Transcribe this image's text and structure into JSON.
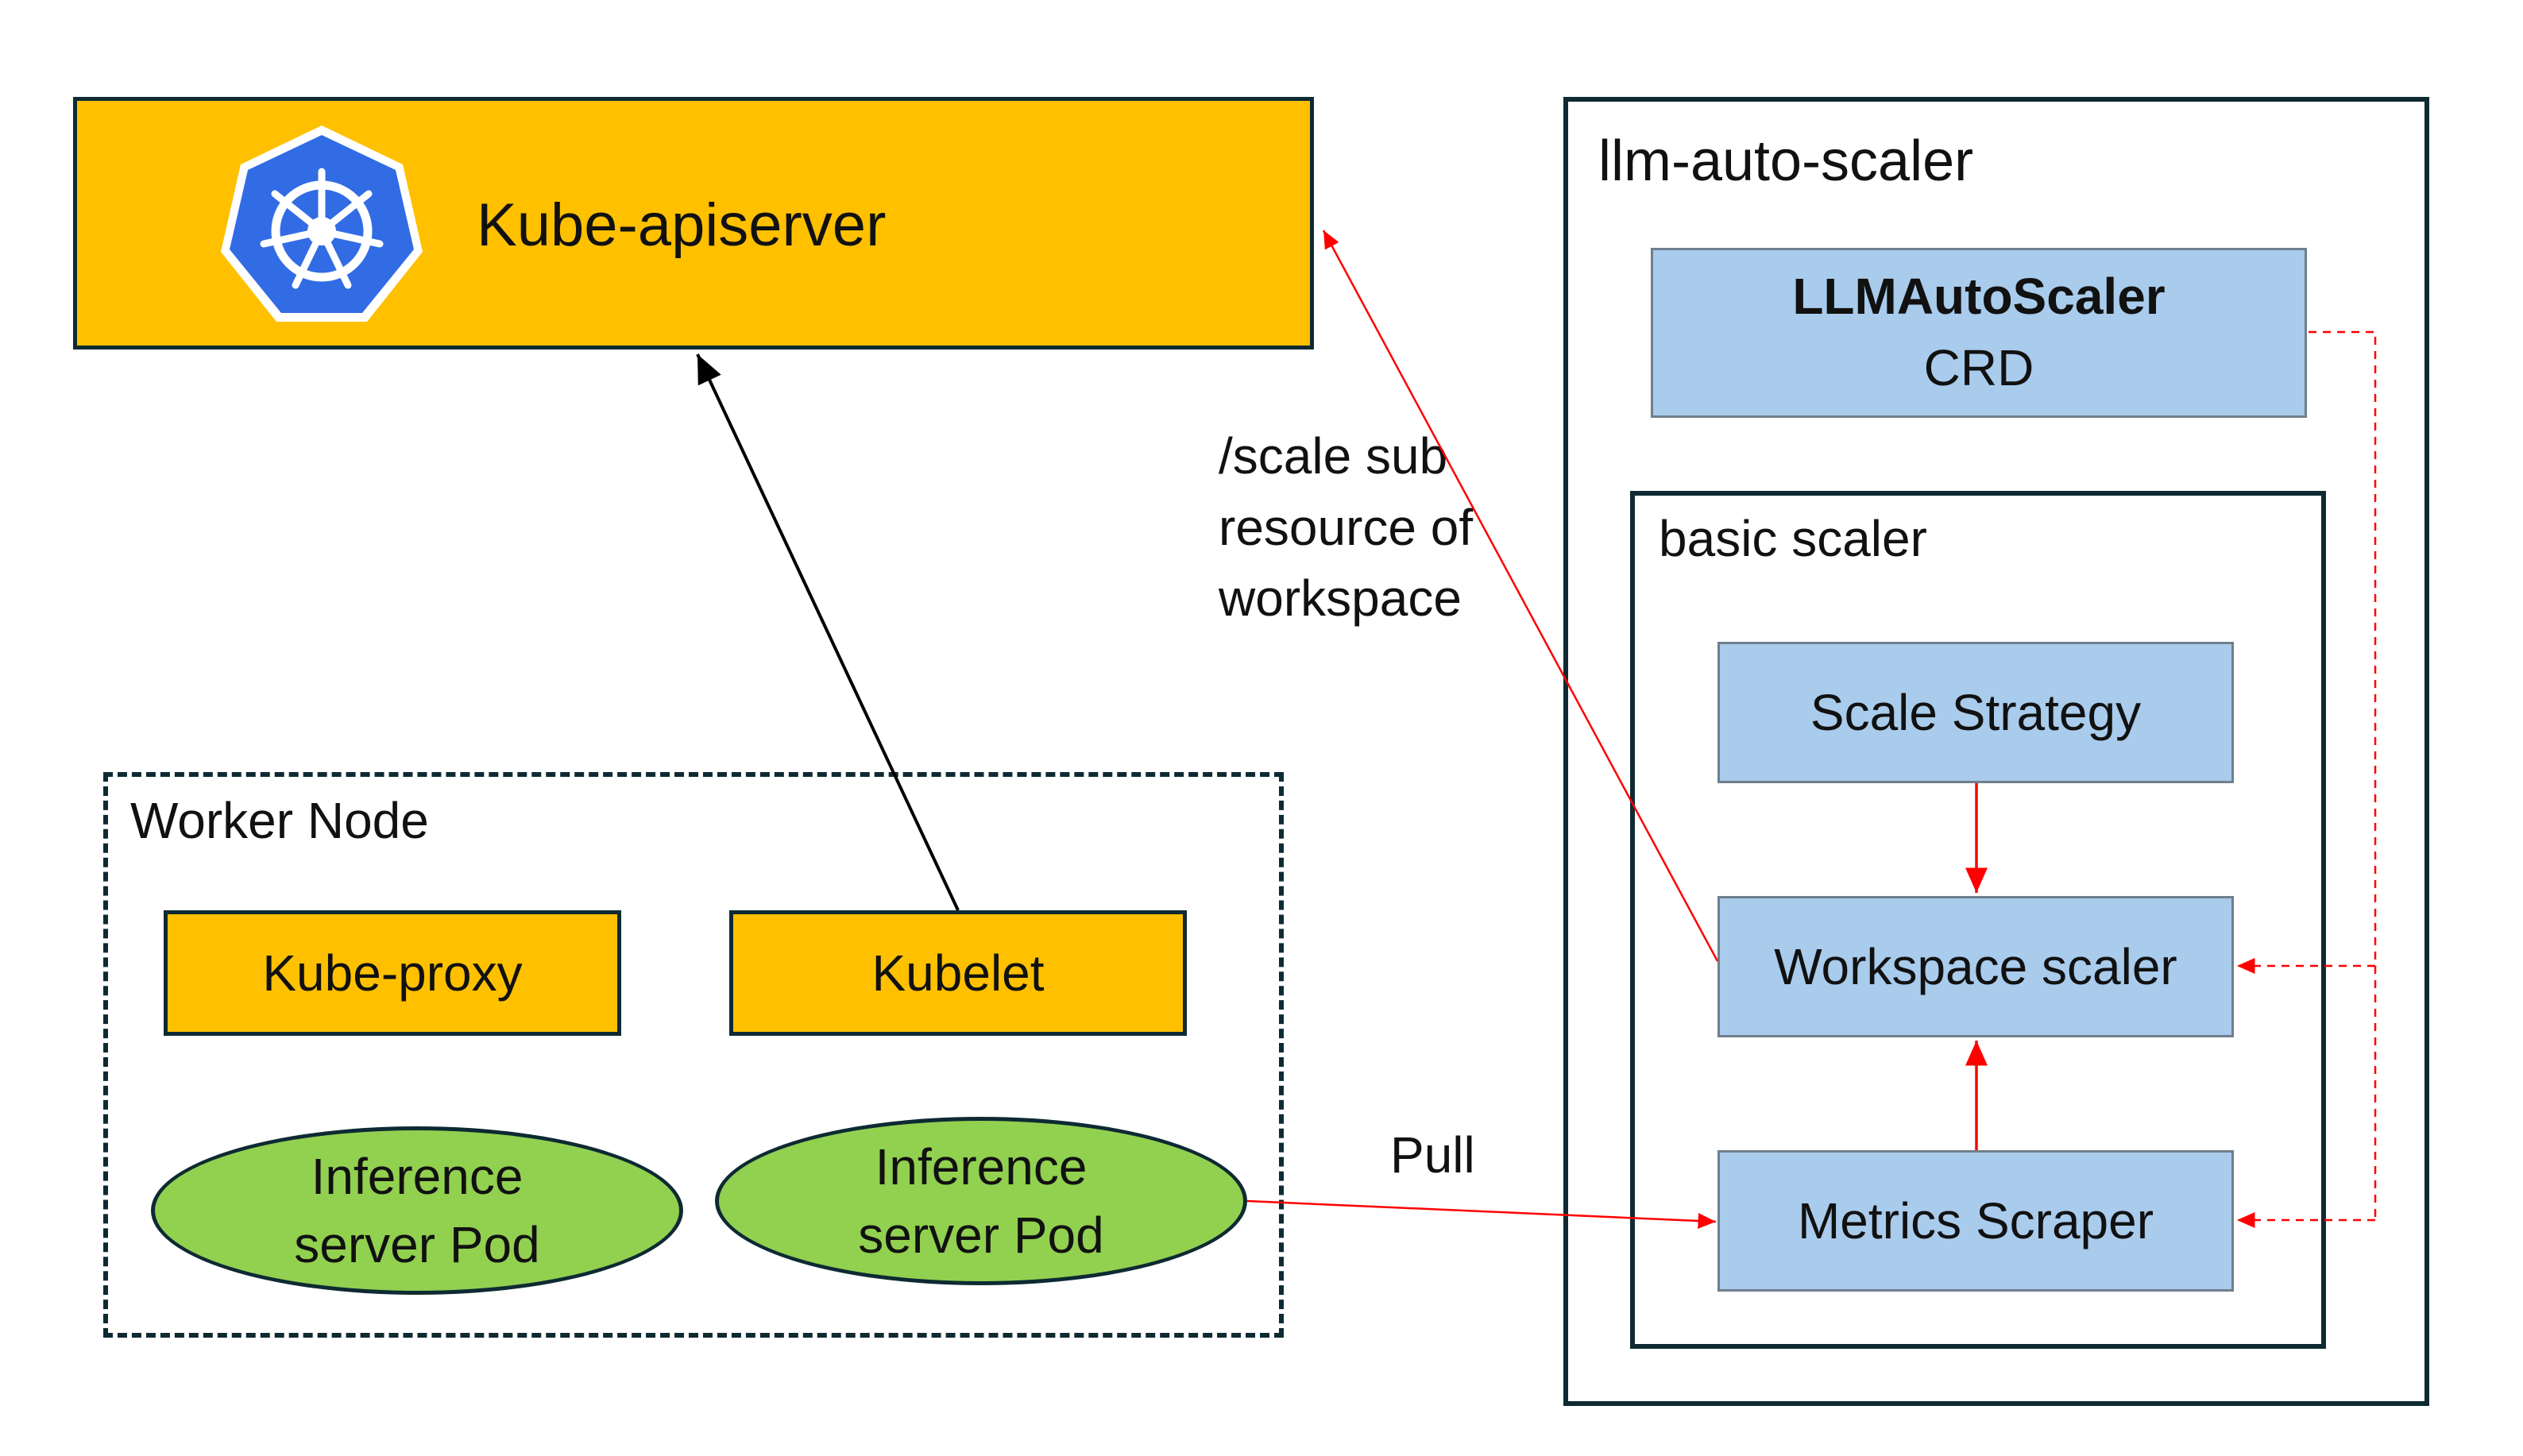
{
  "apiserver": {
    "label": "Kube-apiserver",
    "icon": "kubernetes-helm-wheel-icon",
    "fill": "#FFC000",
    "icon_color": "#326CE5"
  },
  "worker_node": {
    "title": "Worker Node",
    "kube_proxy": "Kube-proxy",
    "kubelet": "Kubelet",
    "pod_1": {
      "line1": "Inference",
      "line2": "server Pod"
    },
    "pod_2": {
      "line1": "Inference",
      "line2": "server Pod"
    },
    "pod_fill": "#92D050"
  },
  "scale_annotation": {
    "line1": "/scale sub",
    "line2": "resource of",
    "line3": "workspace"
  },
  "pull_label": "Pull",
  "llm_auto_scaler": {
    "title": "llm-auto-scaler",
    "crd": {
      "name": "LLMAutoScaler",
      "kind": "CRD"
    },
    "basic_scaler": {
      "title": "basic scaler",
      "scale_strategy": "Scale Strategy",
      "workspace_scaler": "Workspace scaler",
      "metrics_scraper": "Metrics Scraper"
    },
    "box_fill": "#A9CBEC"
  },
  "colors": {
    "outline": "#0E2A33",
    "arrow_red": "#FF0000",
    "arrow_black": "#000000"
  }
}
